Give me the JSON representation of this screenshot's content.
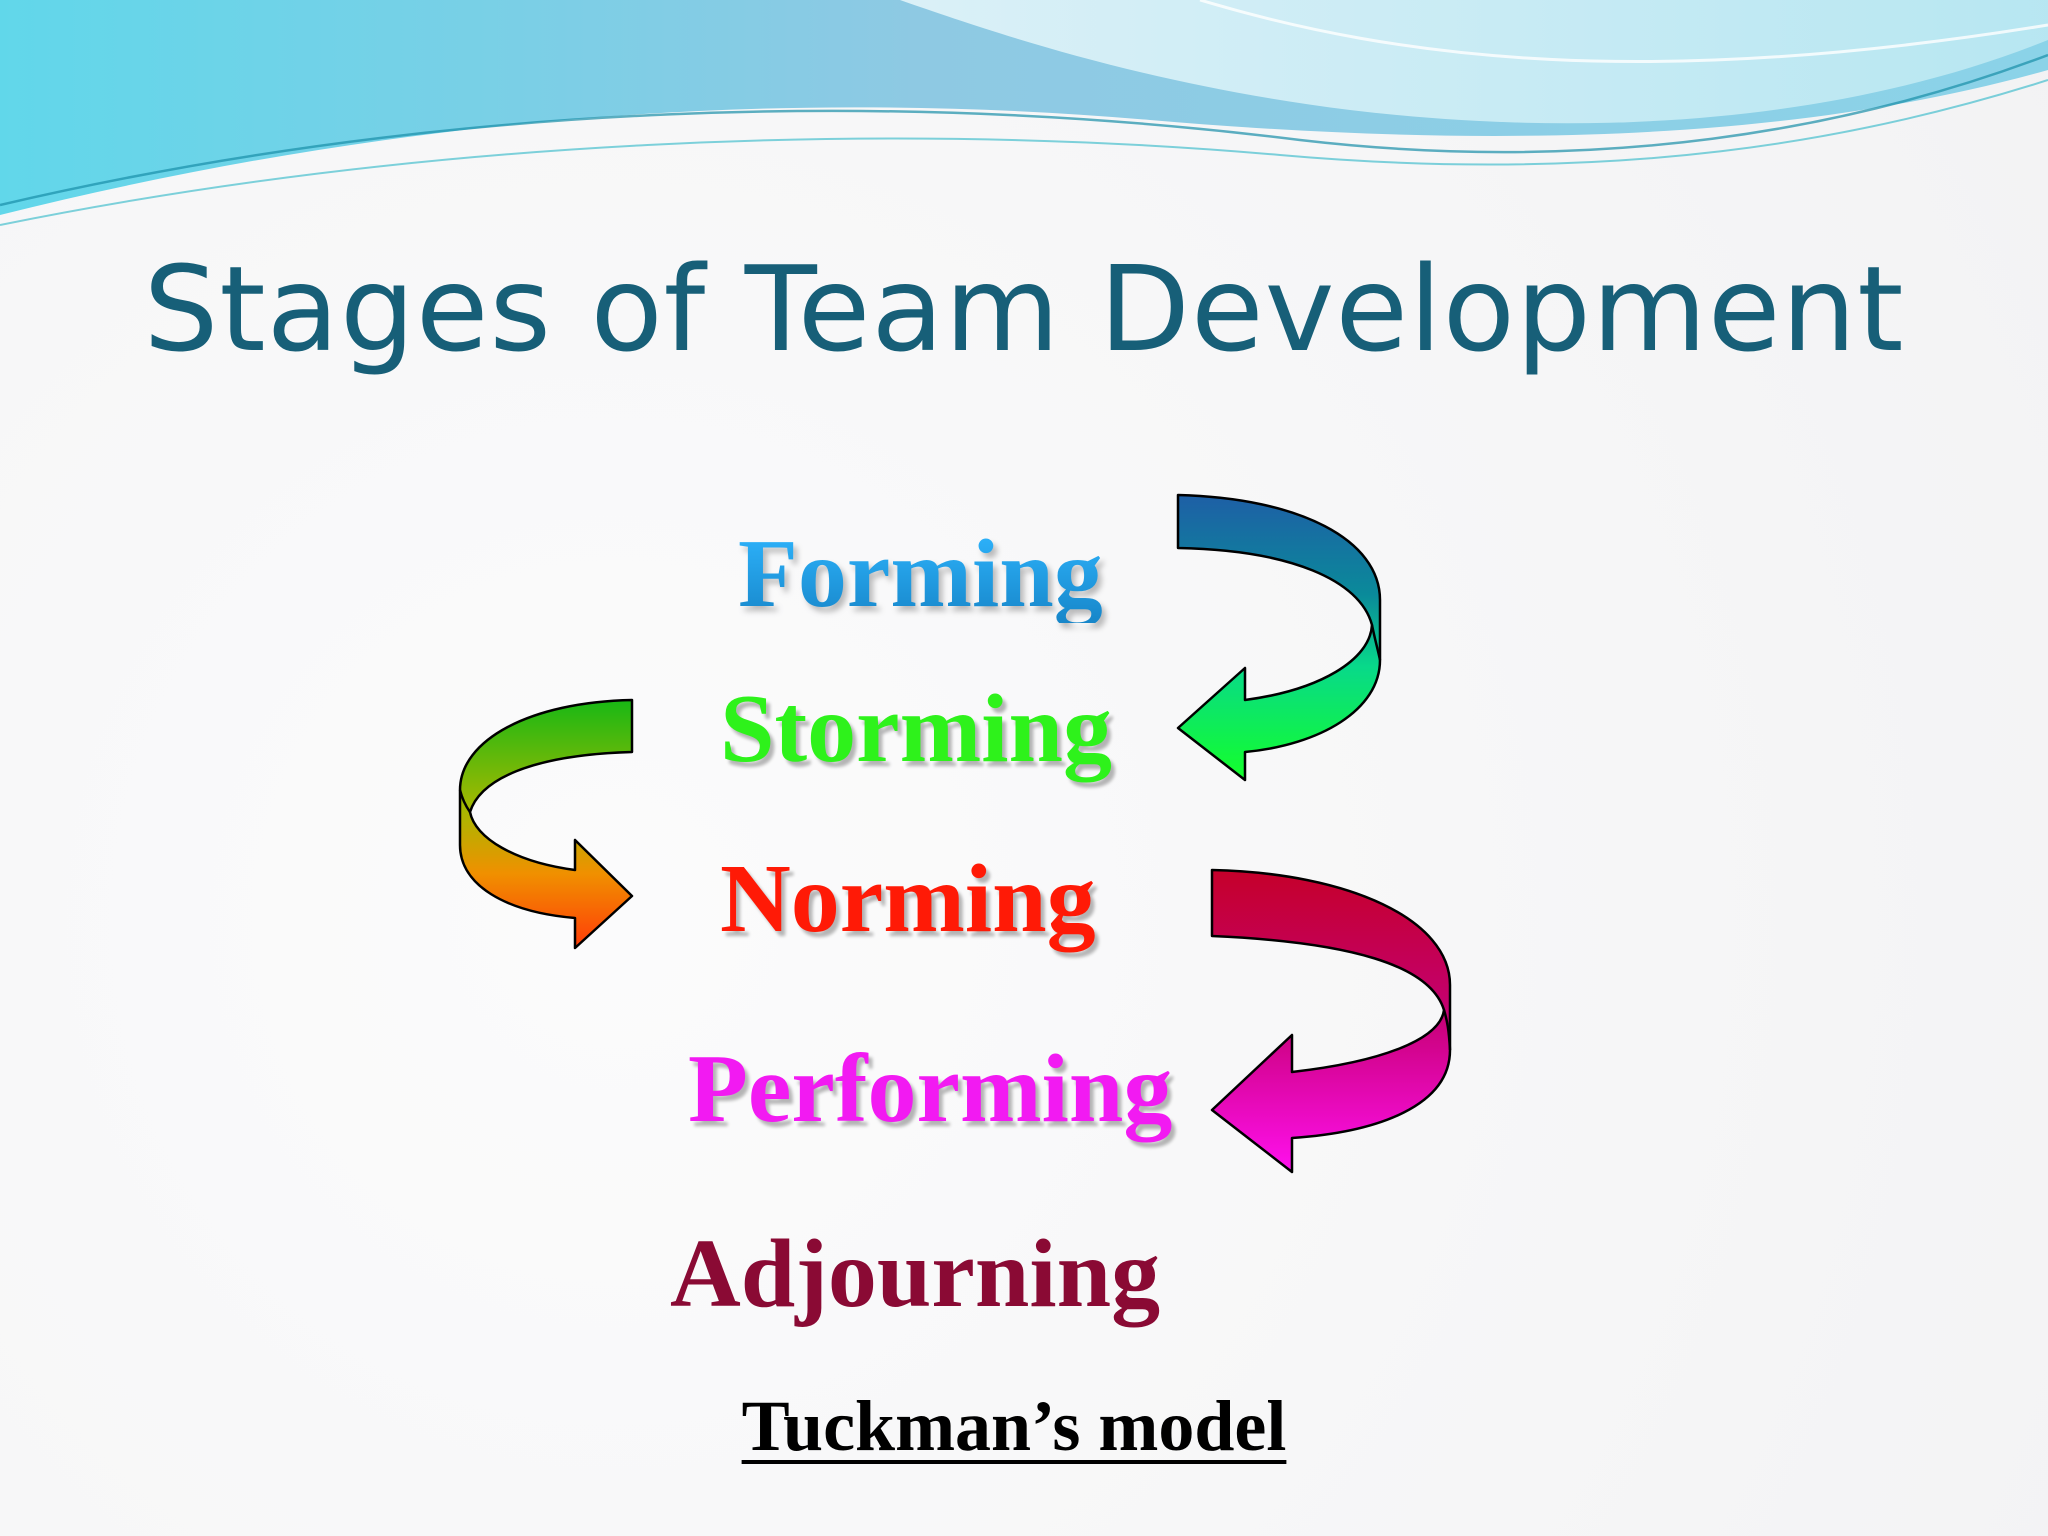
{
  "title": "Stages of Team Development",
  "stages": [
    {
      "label": "Forming",
      "color": "#1e8fd6"
    },
    {
      "label": "Storming",
      "color": "#2ef21b"
    },
    {
      "label": "Norming",
      "color": "#ff1a06"
    },
    {
      "label": "Performing",
      "color": "#f21af2"
    },
    {
      "label": "Adjourning",
      "color": "#8a0a34"
    }
  ],
  "footer": "Tuckman’s model",
  "colors": {
    "title": "#175f78",
    "background": "#f6f6f7",
    "wave_dark": "#4fc7e0",
    "wave_light": "#a8e4ef"
  },
  "arrows": [
    {
      "from": "Forming",
      "to": "Storming",
      "colors": [
        "#1e5fa6",
        "#08c25c",
        "#10ff30"
      ]
    },
    {
      "from": "Storming",
      "to": "Norming",
      "colors": [
        "#22bb18",
        "#d6a400",
        "#ff4a08"
      ]
    },
    {
      "from": "Norming",
      "to": "Performing",
      "colors": [
        "#c8002e",
        "#c4007a",
        "#ff10e8"
      ]
    }
  ]
}
